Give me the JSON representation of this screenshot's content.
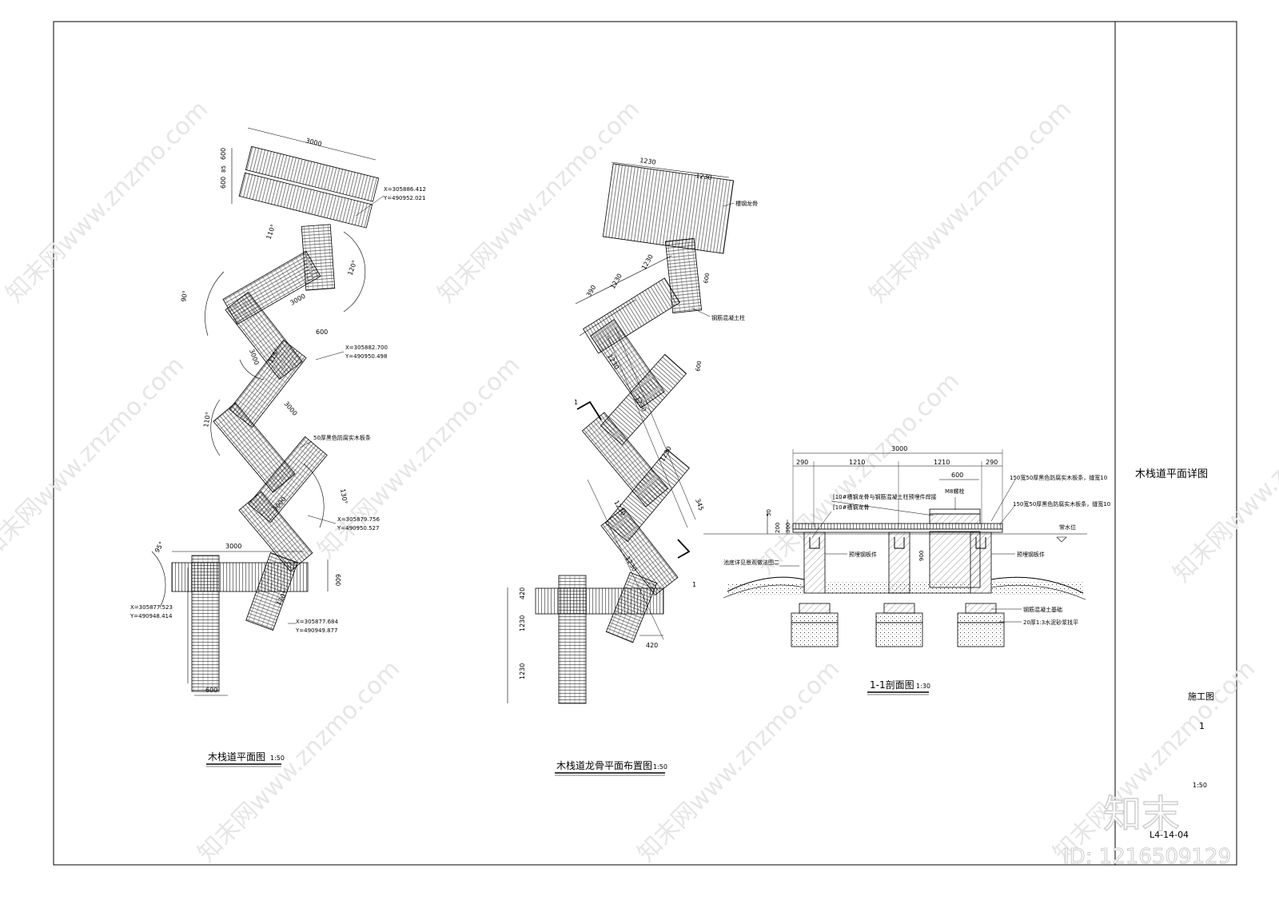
{
  "title_block": {
    "sheet_title": "木栈道平面详图",
    "stage": "施工图",
    "revision": "1",
    "scale": "1:50",
    "sheet_no": "L4-14-04"
  },
  "plan_view": {
    "caption": "木栈道平面图",
    "caption_scale": "1:50",
    "dims": [
      "3000",
      "600",
      "85",
      "600",
      "3000",
      "3000",
      "600",
      "3000",
      "3000",
      "3000",
      "600",
      "600"
    ],
    "angles": [
      "110°",
      "120°",
      "90°",
      "115°",
      "110°",
      "130°",
      "95°",
      "110°"
    ],
    "note_decking": "50厚黑色防腐实木板条",
    "coords": [
      {
        "x": "X=305886.412",
        "y": "Y=490952.021"
      },
      {
        "x": "X=305882.700",
        "y": "Y=490950.498"
      },
      {
        "x": "X=305879.756",
        "y": "Y=490950.527"
      },
      {
        "x": "X=305877.523",
        "y": "Y=490948.414"
      },
      {
        "x": "X=305877.684",
        "y": "Y=490949.877"
      }
    ]
  },
  "joist_view": {
    "caption": "木栈道龙骨平面布置图",
    "caption_scale": "1:50",
    "dims": [
      "1230",
      "1230",
      "1230",
      "390",
      "1230",
      "1230",
      "1230",
      "1230",
      "1230",
      "1230",
      "420",
      "1230",
      "1230",
      "420",
      "345",
      "600",
      "600"
    ],
    "note_joist": "槽钢龙骨",
    "note_column": "钢筋混凝土柱",
    "section_mark": "1"
  },
  "section_view": {
    "caption": "1-1剖面图",
    "caption_scale": "1:30",
    "dims_top": [
      "3000",
      "290",
      "1210",
      "1210",
      "290",
      "600"
    ],
    "dims_side": [
      "50",
      "200",
      "300"
    ],
    "note_channel": "[10#槽钢龙骨与钢筋混凝土柱预埋件焊接",
    "note_joist": "[10#槽钢龙骨",
    "note_bolt": "M8螺栓",
    "note_deck1": "150宽50厚黑色防腐实木板条，缝宽10",
    "note_deck2": "150宽50厚黑色防腐实木板条，缝宽10",
    "note_embed1": "预埋钢板件",
    "note_embed2": "预埋钢板件",
    "note_water": "常水位",
    "note_bottom": "池底详见景观做法图二",
    "note_footing": "钢筋混凝土基础",
    "note_mortar": "20厚1:3水泥砂浆找平",
    "dim_900": "900"
  },
  "watermark": {
    "text": "知末网www.znzmo.com",
    "logo": "知末",
    "id_label": "ID: 1216509129"
  }
}
